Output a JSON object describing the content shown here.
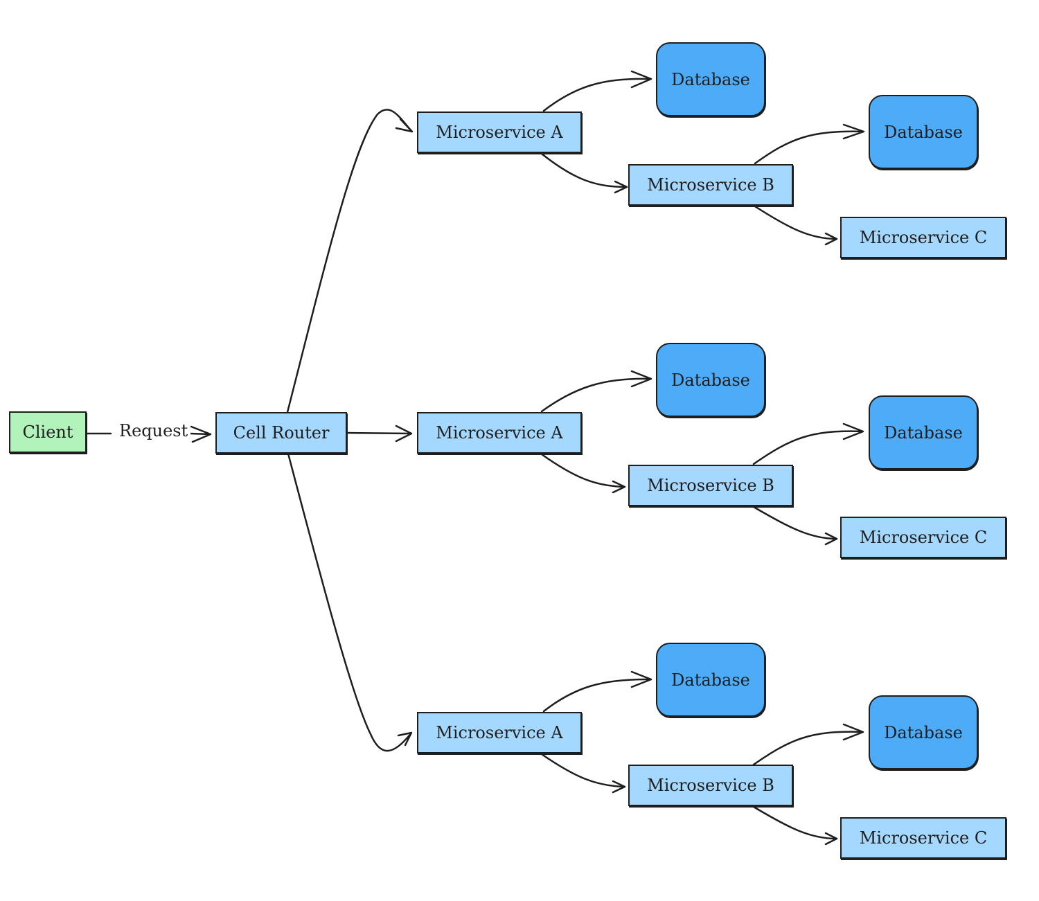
{
  "client": {
    "label": "Client"
  },
  "request_label": "Request",
  "router": {
    "label": "Cell Router"
  },
  "cells": [
    {
      "title": "Cell 3",
      "ms_a": "Microservice A",
      "ms_b": "Microservice B",
      "ms_c": "Microservice C",
      "db_a": "Database",
      "db_b": "Database"
    },
    {
      "title": "Cell 2",
      "ms_a": "Microservice A",
      "ms_b": "Microservice B",
      "ms_c": "Microservice C",
      "db_a": "Database",
      "db_b": "Database"
    },
    {
      "title": "Cell 1",
      "ms_a": "Microservice A",
      "ms_b": "Microservice B",
      "ms_c": "Microservice C",
      "db_a": "Database",
      "db_b": "Database"
    }
  ],
  "colors": {
    "client": "#b2f2bb",
    "service": "#a5d8ff",
    "database": "#4dabf7",
    "cell_background": "#e8ebef",
    "stroke": "#1e1e1e"
  }
}
